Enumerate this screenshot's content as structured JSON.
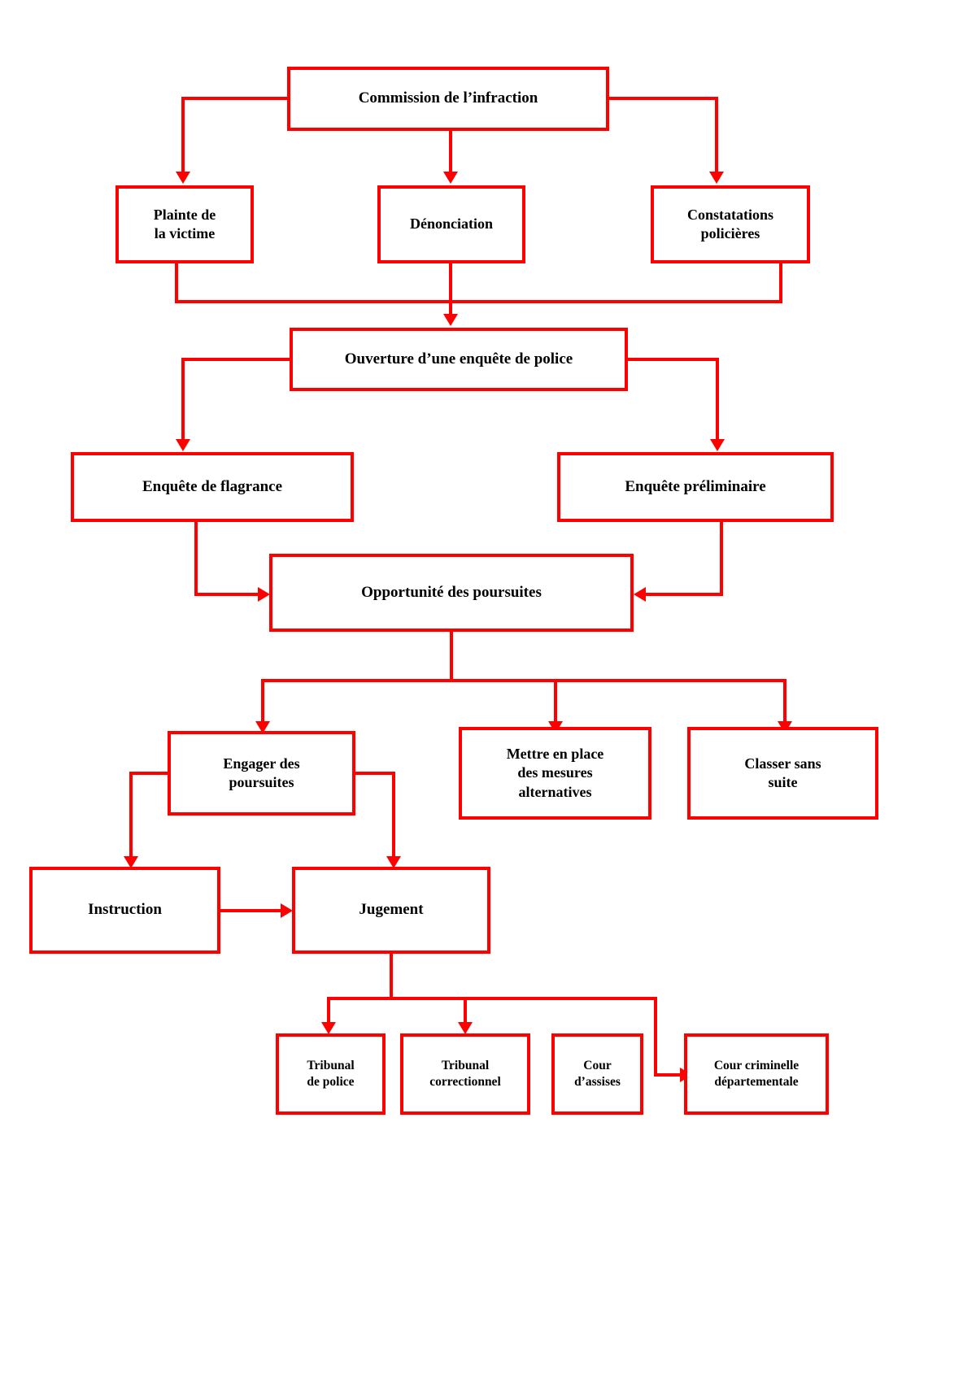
{
  "diagram": {
    "title": "Procedure penale francaise - schema",
    "accent_color": "#fe0000",
    "text_color": "#000000",
    "background_color": "#ffffff",
    "nodes": [
      {
        "id": "commission",
        "label": "Commission de l’infraction"
      },
      {
        "id": "plainte",
        "label": "Plainte de\nla victime"
      },
      {
        "id": "denonciation",
        "label": "Dénonciation"
      },
      {
        "id": "constatations",
        "label": "Constatations\npolicières"
      },
      {
        "id": "ouverture",
        "label": "Ouverture d’une enquête de police"
      },
      {
        "id": "flagrance",
        "label": "Enquête de flagrance"
      },
      {
        "id": "preliminaire",
        "label": "Enquête préliminaire"
      },
      {
        "id": "opportunite",
        "label": "Opportunité des poursuites"
      },
      {
        "id": "engager",
        "label": "Engager des\npoursuites"
      },
      {
        "id": "alternatives",
        "label": "Mettre en place\ndes mesures\nalternatives"
      },
      {
        "id": "classer",
        "label": "Classer sans\nsuite"
      },
      {
        "id": "instruction",
        "label": "Instruction"
      },
      {
        "id": "jugement",
        "label": "Jugement"
      },
      {
        "id": "tribunal_police",
        "label": "Tribunal\nde police"
      },
      {
        "id": "tribunal_corr",
        "label": "Tribunal\ncorrectionnel"
      },
      {
        "id": "cour_assises",
        "label": "Cour\nd’assises"
      },
      {
        "id": "cour_criminelle",
        "label": "Cour criminelle\ndépartementale"
      }
    ]
  }
}
